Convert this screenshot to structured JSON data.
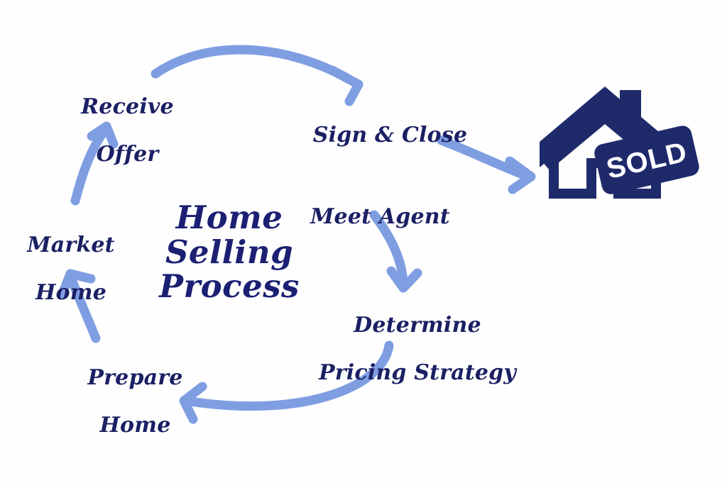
{
  "diagram": {
    "title": "Home Selling Process",
    "title_lines": [
      "Home",
      "Selling",
      "Process"
    ],
    "type": "cycle-flow",
    "colors": {
      "text_navy": "#1b1f63",
      "title_navy": "#1b2073",
      "arrow_blue": "#7f9ee2",
      "icon_navy": "#1f2a6b",
      "background": "#fefeff",
      "sold_label_text": "#ffffff"
    },
    "steps": [
      {
        "id": "meet-agent",
        "label": "Meet Agent",
        "lines": [
          "Meet Agent"
        ],
        "order": 1
      },
      {
        "id": "determine-pricing",
        "label": "Determine Pricing Strategy",
        "lines": [
          "Determine",
          "Pricing Strategy"
        ],
        "order": 2
      },
      {
        "id": "prepare-home",
        "label": "Prepare Home",
        "lines": [
          "Prepare",
          "Home"
        ],
        "order": 3
      },
      {
        "id": "market-home",
        "label": "Market Home",
        "lines": [
          "Market",
          "Home"
        ],
        "order": 4
      },
      {
        "id": "receive-offer",
        "label": "Receive Offer",
        "lines": [
          "Receive",
          "Offer"
        ],
        "order": 5
      },
      {
        "id": "sign-close",
        "label": "Sign & Close",
        "lines": [
          "Sign & Close"
        ],
        "order": 6
      }
    ],
    "arrows": [
      {
        "id": "meet-agent-to-determine",
        "from": "meet-agent",
        "to": "determine-pricing"
      },
      {
        "id": "determine-to-prepare-home",
        "from": "determine-pricing",
        "to": "prepare-home"
      },
      {
        "id": "prepare-home-to-market-home",
        "from": "prepare-home",
        "to": "market-home"
      },
      {
        "id": "market-home-to-receive-offer",
        "from": "market-home",
        "to": "receive-offer"
      },
      {
        "id": "receive-offer-to-sign-close",
        "from": "receive-offer",
        "to": "sign-close"
      },
      {
        "id": "sign-close-to-sold",
        "from": "sign-close",
        "to": "sold-house"
      }
    ],
    "outcome": {
      "id": "sold-house",
      "icon": "house-icon",
      "tag_label": "SOLD"
    }
  }
}
